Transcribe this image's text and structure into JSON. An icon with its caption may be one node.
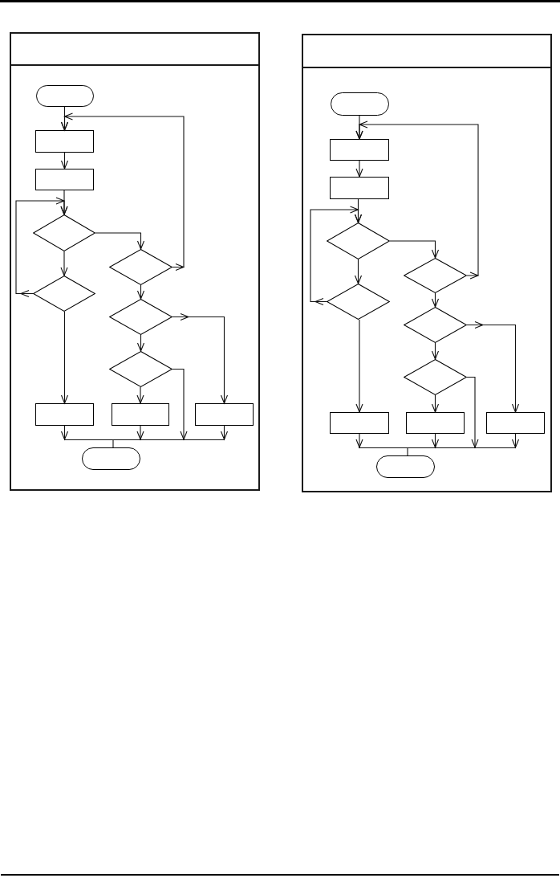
{
  "diagram": {
    "nodes": [
      {
        "text": [],
        "shape": "box"
      },
      {
        "text": [],
        "shape": "oval",
        "in": 0
      },
      {
        "text": [],
        "shape": "box",
        "in": 0
      },
      {
        "text": [],
        "shape": "box",
        "in": 0
      },
      {
        "text": [],
        "shape": "diamond",
        "in": 0
      },
      {
        "text": [],
        "shape": "diamond",
        "in": 0
      },
      {
        "text": [],
        "shape": "diamond",
        "in": 0
      },
      {
        "text": [],
        "shape": "diamond",
        "in": 0
      },
      {
        "text": [],
        "shape": "diamond",
        "in": 0
      },
      {
        "text": [],
        "shape": "box",
        "in": 0
      },
      {
        "text": [],
        "shape": "box",
        "in": 0
      },
      {
        "text": [],
        "shape": "box",
        "in": 0
      },
      {
        "text": [],
        "shape": "bar",
        "in": 0
      },
      {
        "text": [],
        "shape": "oval",
        "in": 0
      },
      {
        "text": [],
        "shape": "box"
      },
      {
        "text": [],
        "shape": "oval",
        "in": 14
      },
      {
        "text": [],
        "shape": "box",
        "in": 14
      },
      {
        "text": [],
        "shape": "box",
        "in": 14
      },
      {
        "text": [],
        "shape": "diamond",
        "in": 14
      },
      {
        "text": [],
        "shape": "diamond",
        "in": 14
      },
      {
        "text": [],
        "shape": "diamond",
        "in": 14
      },
      {
        "text": [],
        "shape": "diamond",
        "in": 14
      },
      {
        "text": [],
        "shape": "diamond",
        "in": 14
      },
      {
        "text": [],
        "shape": "box",
        "in": 14
      },
      {
        "text": [],
        "shape": "box",
        "in": 14
      },
      {
        "text": [],
        "shape": "box",
        "in": 14
      },
      {
        "text": [],
        "shape": "bar",
        "in": 14
      },
      {
        "text": [],
        "shape": "oval",
        "in": 14
      }
    ],
    "edges": [
      {
        "from": 1,
        "to": 2,
        "arrow": "to"
      },
      {
        "from": 2,
        "to": 3,
        "arrow": "to"
      },
      {
        "from": 3,
        "to": 4,
        "arrow": "to"
      },
      {
        "from": 4,
        "to": 6,
        "arrow": "to"
      },
      {
        "from": 4,
        "to": 5,
        "arrow": "to"
      },
      {
        "from": 5,
        "to": 2,
        "arrow": "to"
      },
      {
        "from": 6,
        "to": 4,
        "arrow": "to"
      },
      {
        "from": 5,
        "to": 7,
        "arrow": "to"
      },
      {
        "from": 7,
        "to": 11,
        "arrow": "to"
      },
      {
        "from": 7,
        "to": 8,
        "arrow": "to"
      },
      {
        "from": 6,
        "to": 9,
        "arrow": "to"
      },
      {
        "from": 8,
        "to": 10,
        "arrow": "to"
      },
      {
        "from": 8,
        "to": 12,
        "arrow": "to"
      },
      {
        "from": 9,
        "to": 12,
        "arrow": "to"
      },
      {
        "from": 10,
        "to": 12,
        "arrow": "to"
      },
      {
        "from": 11,
        "to": 12,
        "arrow": "to"
      },
      {
        "from": 12,
        "to": 13,
        "arrow": "none"
      },
      {
        "from": 15,
        "to": 16,
        "arrow": "to"
      },
      {
        "from": 16,
        "to": 17,
        "arrow": "to"
      },
      {
        "from": 17,
        "to": 18,
        "arrow": "to"
      },
      {
        "from": 18,
        "to": 20,
        "arrow": "to"
      },
      {
        "from": 18,
        "to": 19,
        "arrow": "to"
      },
      {
        "from": 19,
        "to": 16,
        "arrow": "to"
      },
      {
        "from": 20,
        "to": 18,
        "arrow": "to"
      },
      {
        "from": 19,
        "to": 21,
        "arrow": "to"
      },
      {
        "from": 21,
        "to": 25,
        "arrow": "to"
      },
      {
        "from": 21,
        "to": 22,
        "arrow": "to"
      },
      {
        "from": 20,
        "to": 23,
        "arrow": "to"
      },
      {
        "from": 22,
        "to": 24,
        "arrow": "to"
      },
      {
        "from": 22,
        "to": 26,
        "arrow": "to"
      },
      {
        "from": 23,
        "to": 26,
        "arrow": "to"
      },
      {
        "from": 24,
        "to": 26,
        "arrow": "to"
      },
      {
        "from": 25,
        "to": 26,
        "arrow": "to"
      },
      {
        "from": 26,
        "to": 27,
        "arrow": "none"
      }
    ]
  }
}
